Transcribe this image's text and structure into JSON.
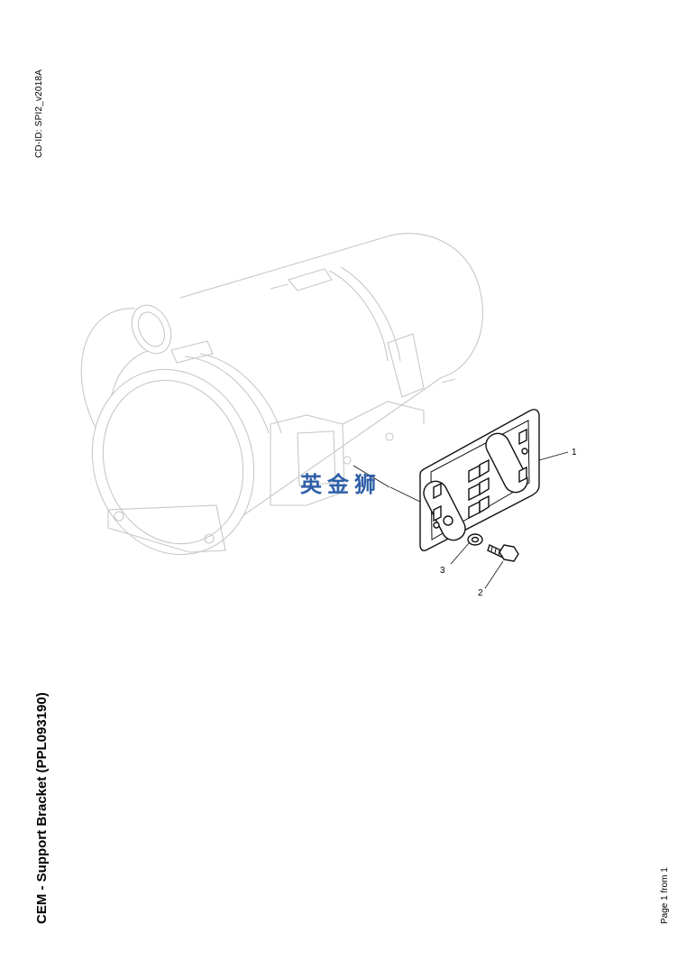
{
  "document": {
    "cd_id": "CD-ID: SPI2_v2018A",
    "title": "CEM - Support Bracket (PPL093190)",
    "page": "Page 1 from 1"
  },
  "drawing": {
    "callouts": [
      "1",
      "2",
      "3"
    ],
    "watermark": "英金狮"
  }
}
